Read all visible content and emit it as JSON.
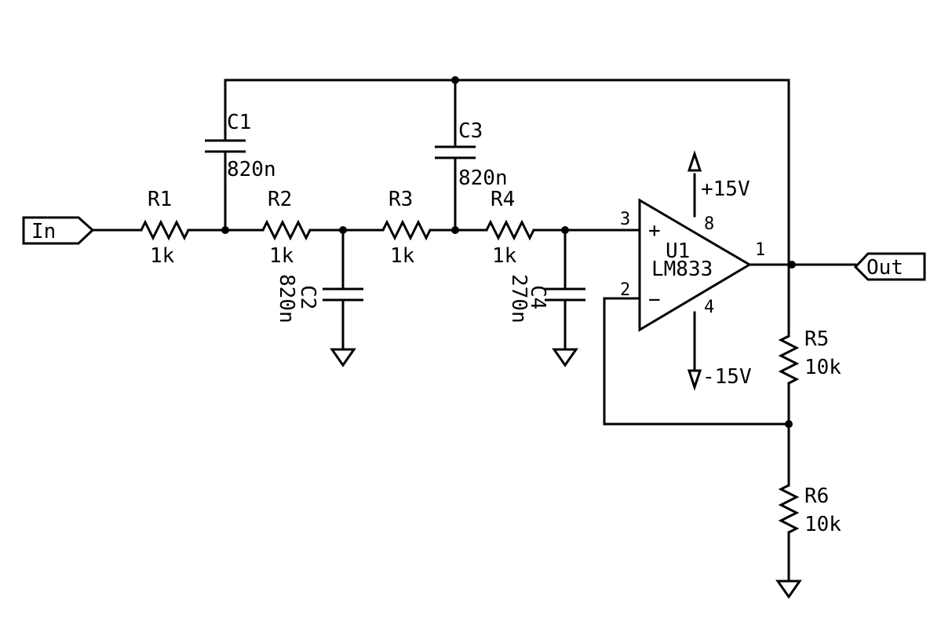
{
  "ports": {
    "input": "In",
    "output": "Out"
  },
  "components": {
    "R1": {
      "ref": "R1",
      "value": "1k"
    },
    "R2": {
      "ref": "R2",
      "value": "1k"
    },
    "R3": {
      "ref": "R3",
      "value": "1k"
    },
    "R4": {
      "ref": "R4",
      "value": "1k"
    },
    "R5": {
      "ref": "R5",
      "value": "10k"
    },
    "R6": {
      "ref": "R6",
      "value": "10k"
    },
    "C1": {
      "ref": "C1",
      "value": "820n"
    },
    "C2": {
      "ref": "C2",
      "value": "820n"
    },
    "C3": {
      "ref": "C3",
      "value": "820n"
    },
    "C4": {
      "ref": "C4",
      "value": "270n"
    },
    "U1": {
      "ref": "U1",
      "value": "LM833",
      "pins": {
        "noninv": "3",
        "inv": "2",
        "out": "1",
        "vpos": "8",
        "vneg": "4"
      },
      "signs": {
        "plus": "+",
        "minus": "−"
      }
    }
  },
  "supplies": {
    "positive": "+15V",
    "negative": "-15V"
  }
}
